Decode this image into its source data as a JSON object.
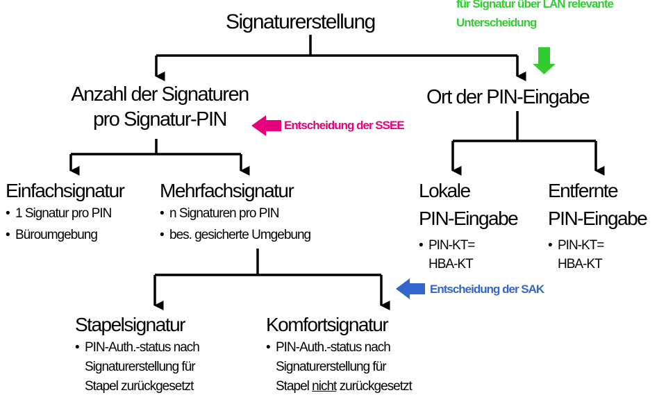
{
  "title": "Signaturerstellung",
  "colors": {
    "green": "#33cc33",
    "magenta": "#e6007e",
    "blue": "#3366cc"
  },
  "notes": {
    "lan_line1": "für Signatur über LAN relevante",
    "lan_line2": "Unterscheidung",
    "ssee": "Entscheidung der SSEE",
    "sak": "Entscheidung der SAK"
  },
  "left_branch": {
    "label_line1": "Anzahl der Signaturen",
    "label_line2": "pro Signatur-PIN",
    "einfach": {
      "label": "Einfachsignatur",
      "bullet1": "1 Signatur pro PIN",
      "bullet2": "Büroumgebung"
    },
    "mehrfach": {
      "label": "Mehrfachsignatur",
      "bullet1": "n Signaturen pro PIN",
      "bullet2": "bes. gesicherte Umgebung"
    }
  },
  "right_branch": {
    "label": "Ort der PIN-Eingabe",
    "lokal": {
      "label_line1": "Lokale",
      "label_line2": "PIN-Eingabe",
      "bullet_line1": "PIN-KT=",
      "bullet_line2": "HBA-KT"
    },
    "entfernt": {
      "label_line1": "Entfernte",
      "label_line2": "PIN-Eingabe",
      "bullet_line1": "PIN-KT=",
      "bullet_line2": "HBA-KT"
    }
  },
  "mehrfach_children": {
    "stapel": {
      "label": "Stapelsignatur",
      "line1": "PIN-Auth.-status nach",
      "line2": "Signaturerstellung für",
      "line3": "Stapel zurückgesetzt"
    },
    "komfort": {
      "label": "Komfortsignatur",
      "line1": "PIN-Auth.-status nach",
      "line2": "Signaturerstellung für",
      "line3_pre": "Stapel ",
      "line3_emph": "nicht",
      "line3_post": " zurückgesetzt"
    }
  }
}
